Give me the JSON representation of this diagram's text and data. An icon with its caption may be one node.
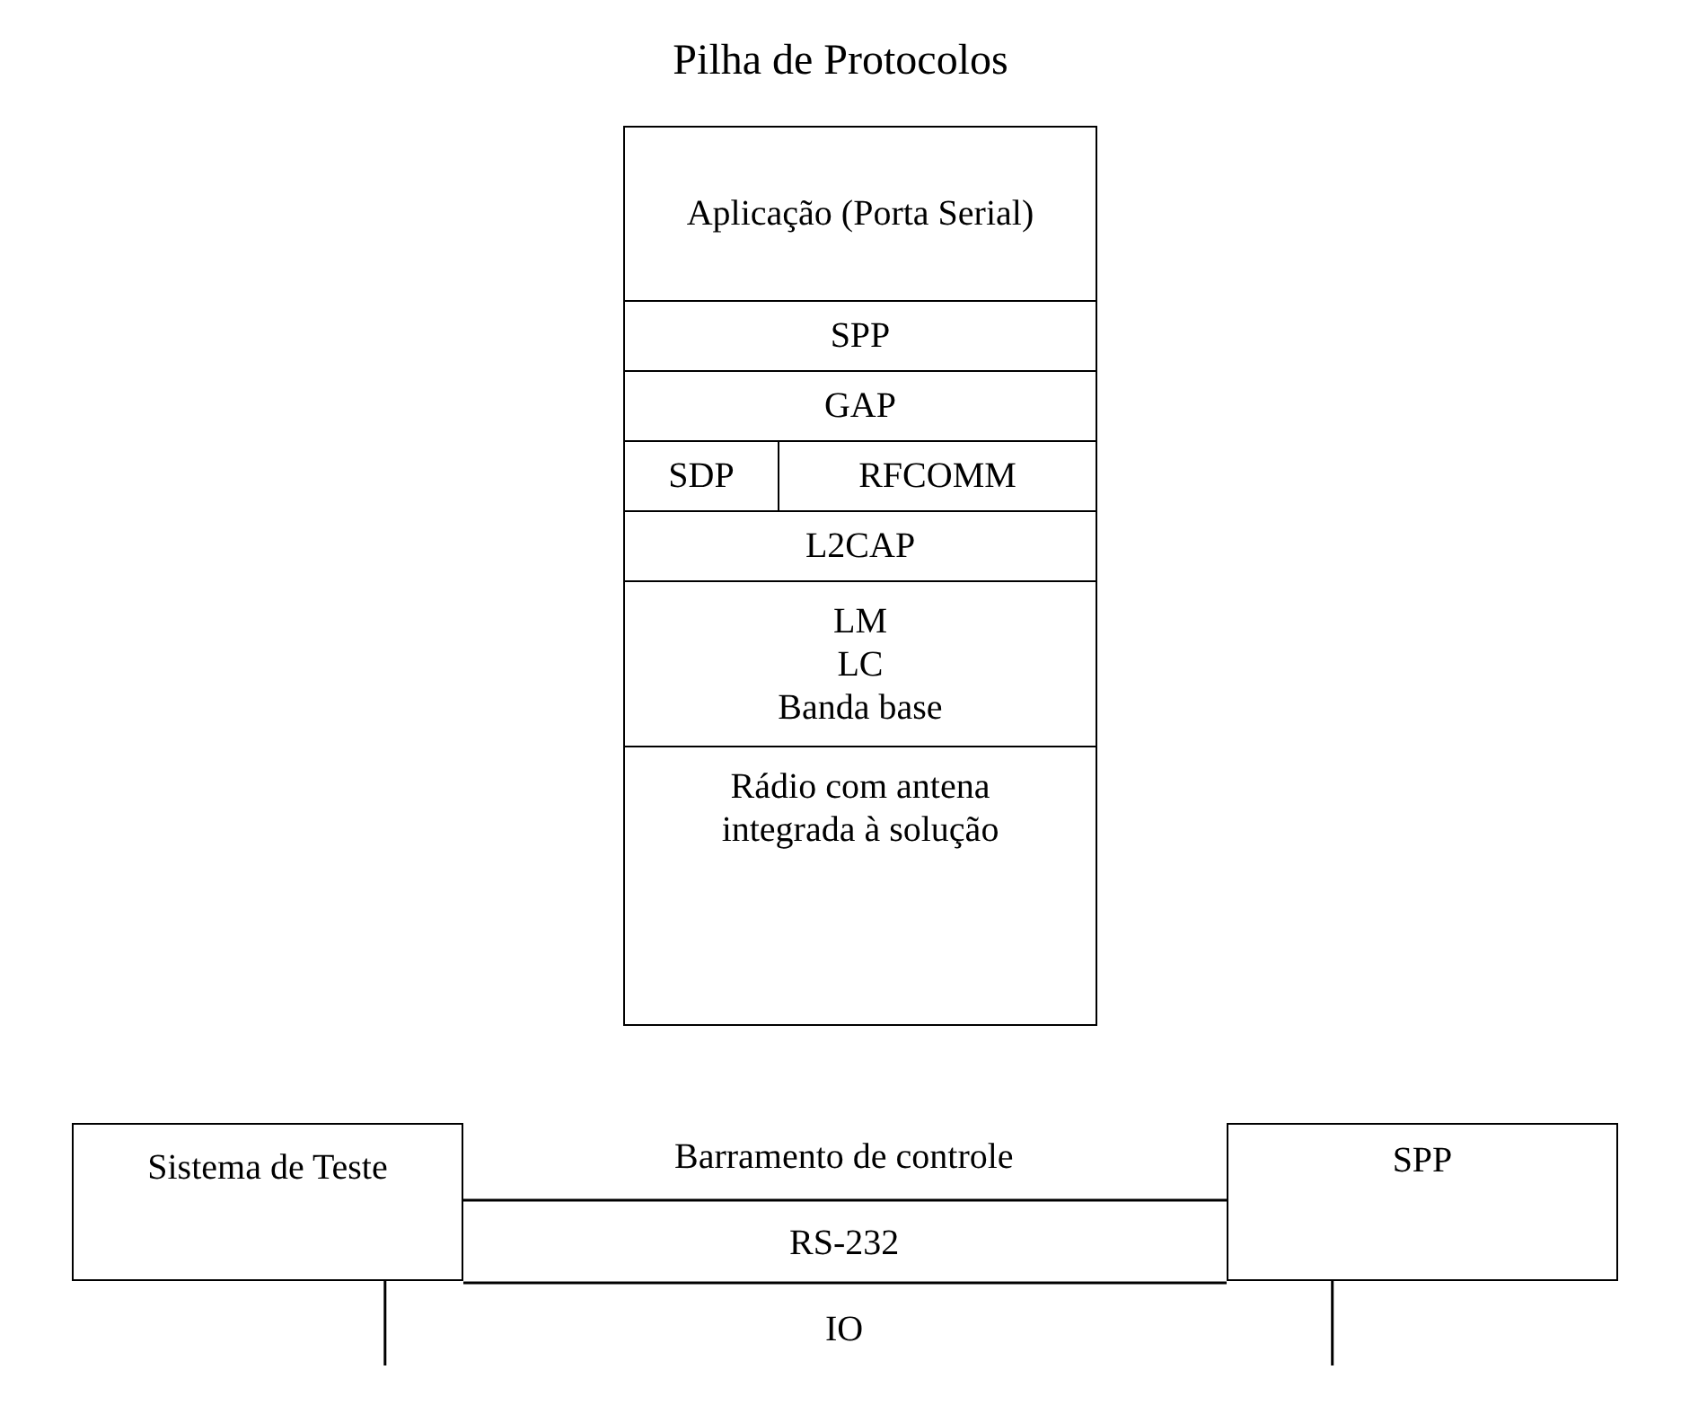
{
  "diagram": {
    "title": "Pilha de Protocolos",
    "nodes": [
      {
        "text": [
          "Aplicação (Porta Serial)"
        ]
      },
      {
        "text": [
          "SPP"
        ]
      },
      {
        "text": [
          "GAP"
        ]
      },
      {
        "text": [
          "SDP"
        ]
      },
      {
        "text": [
          "RFCOMM"
        ]
      },
      {
        "text": [
          "L2CAP"
        ]
      },
      {
        "text": [
          "LM",
          "LC",
          "Banda base"
        ]
      },
      {
        "text": [
          "Rádio com antena integrada à solução"
        ]
      },
      {
        "text": [
          "Sistema de Teste"
        ]
      },
      {
        "text": [
          "SPP"
        ]
      }
    ],
    "edges": [
      {
        "from": 8,
        "to": 9,
        "arrow": "none"
      },
      {
        "from": 8,
        "to": 9,
        "arrow": "none"
      },
      {
        "from": 8,
        "to": null,
        "arrow": "none"
      },
      {
        "from": 9,
        "to": null,
        "arrow": "none"
      }
    ],
    "labels": [
      "Barramento de controle",
      "RS-232",
      "IO"
    ]
  }
}
